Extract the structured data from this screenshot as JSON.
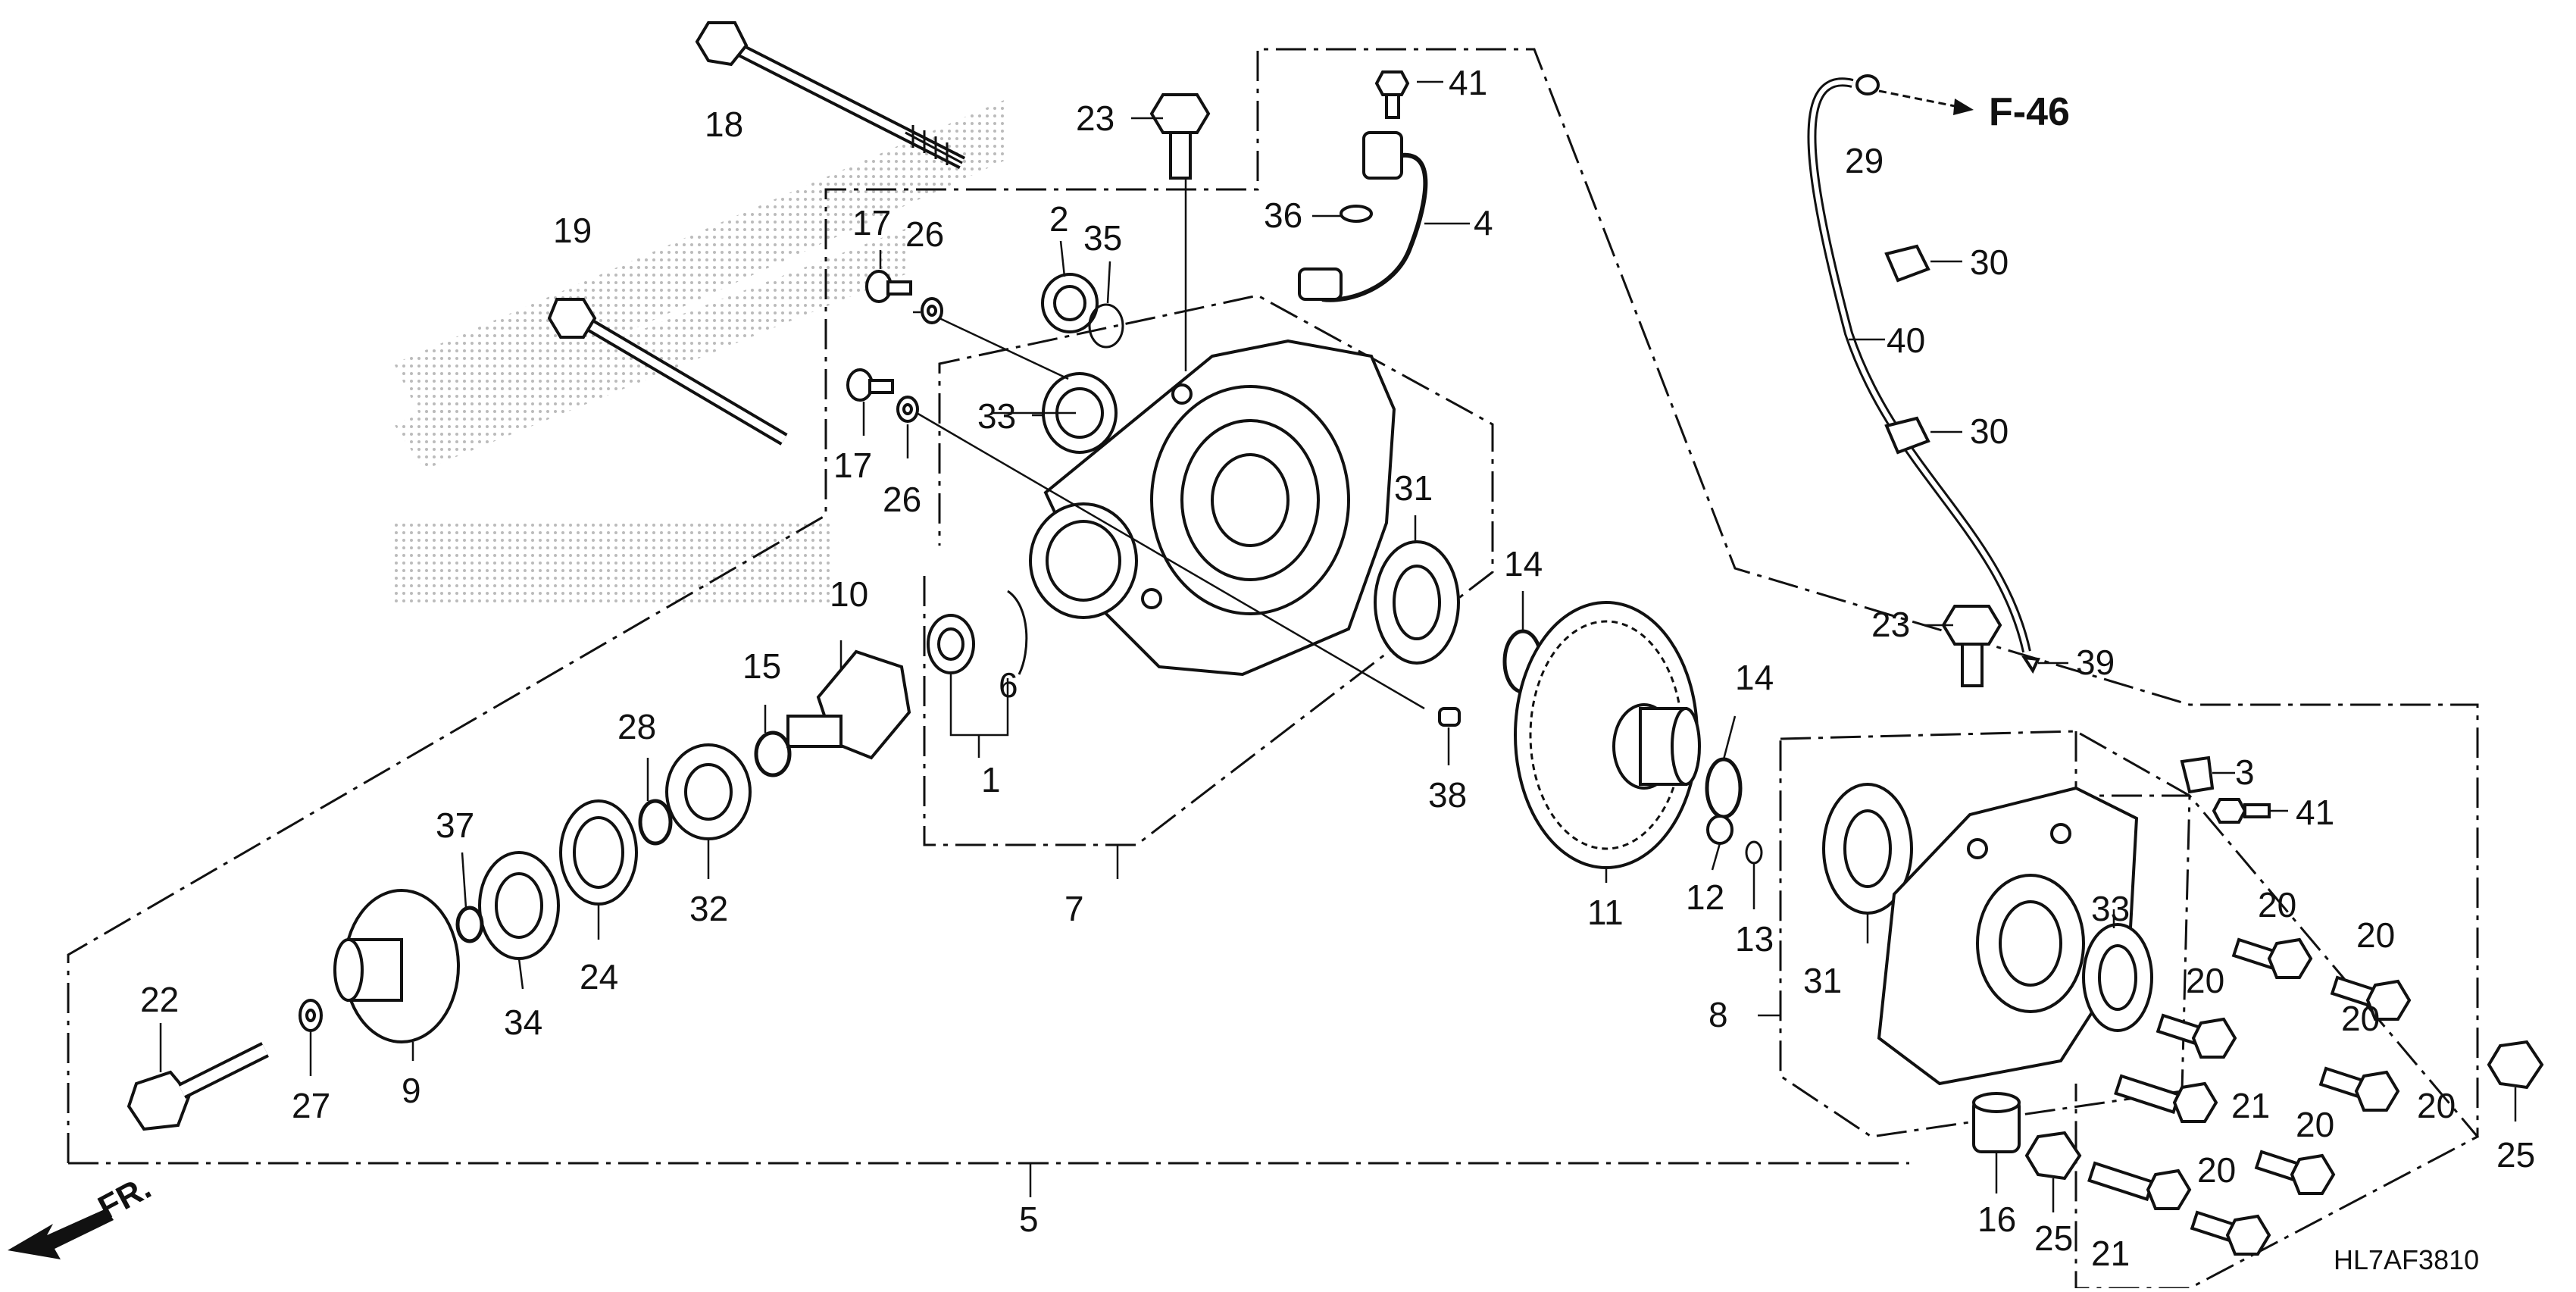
{
  "diagram": {
    "code": "HL7AF3810",
    "reference": "F-46",
    "front_marker": "FR.",
    "labels": {
      "p1": "1",
      "p2": "2",
      "p3": "3",
      "p4": "4",
      "p5": "5",
      "p6": "6",
      "p7": "7",
      "p8": "8",
      "p9": "9",
      "p10": "10",
      "p11": "11",
      "p12": "12",
      "p13": "13",
      "p14a": "14",
      "p14b": "14",
      "p15": "15",
      "p16": "16",
      "p17a": "17",
      "p17b": "17",
      "p18": "18",
      "p19": "19",
      "p20a": "20",
      "p20b": "20",
      "p20c": "20",
      "p20d": "20",
      "p20e": "20",
      "p20f": "20",
      "p20g": "20",
      "p21a": "21",
      "p21b": "21",
      "p22": "22",
      "p23a": "23",
      "p23b": "23",
      "p24": "24",
      "p25a": "25",
      "p25b": "25",
      "p26a": "26",
      "p26b": "26",
      "p27": "27",
      "p28": "28",
      "p29": "29",
      "p30a": "30",
      "p30b": "30",
      "p31a": "31",
      "p31b": "31",
      "p32": "32",
      "p33a": "33",
      "p33b": "33",
      "p34": "34",
      "p35": "35",
      "p36": "36",
      "p37": "37",
      "p38": "38",
      "p39": "39",
      "p40": "40",
      "p41a": "41",
      "p41b": "41"
    }
  }
}
